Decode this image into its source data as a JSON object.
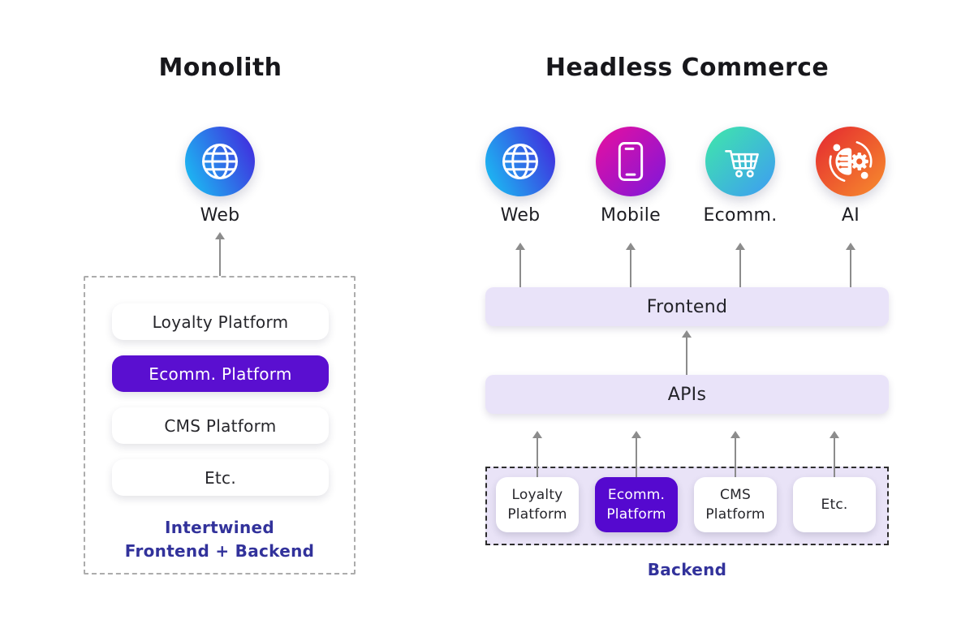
{
  "colors": {
    "accent_purple": "#5A0FD0",
    "caption_indigo": "#32329B",
    "lavender_bar": "#E9E3F9",
    "backend_box_fill": "#E9E3F7",
    "arrow_gray": "#8C8C8C",
    "web_gradient": [
      "#18C7F4",
      "#4420DC"
    ],
    "mobile_gradient": [
      "#E90F9E",
      "#7D17DC"
    ],
    "ecomm_gradient": [
      "#3FE8A9",
      "#3E9BF4"
    ],
    "ai_gradient": [
      "#E42730",
      "#F78E2D"
    ]
  },
  "monolith": {
    "title": "Monolith",
    "channel": {
      "label": "Web",
      "icon": "globe-icon"
    },
    "stack": [
      {
        "label": "Loyalty Platform",
        "highlighted": false
      },
      {
        "label": "Ecomm. Platform",
        "highlighted": true
      },
      {
        "label": "CMS Platform",
        "highlighted": false
      },
      {
        "label": "Etc.",
        "highlighted": false
      }
    ],
    "caption": {
      "line1": "Intertwined",
      "line2": "Frontend + Backend"
    }
  },
  "headless": {
    "title": "Headless Commerce",
    "channels": [
      {
        "label": "Web",
        "icon": "globe-icon"
      },
      {
        "label": "Mobile",
        "icon": "smartphone-icon"
      },
      {
        "label": "Ecomm.",
        "icon": "shopping-cart-icon"
      },
      {
        "label": "AI",
        "icon": "ai-brain-gear-icon"
      }
    ],
    "frontend": {
      "label": "Frontend"
    },
    "apis": {
      "label": "APIs"
    },
    "backend": {
      "label": "Backend",
      "services": [
        {
          "line1": "Loyalty",
          "line2": "Platform",
          "highlighted": false
        },
        {
          "line1": "Ecomm.",
          "line2": "Platform",
          "highlighted": true
        },
        {
          "line1": "CMS",
          "line2": "Platform",
          "highlighted": false
        },
        {
          "line1": "Etc.",
          "line2": "",
          "highlighted": false
        }
      ]
    }
  }
}
